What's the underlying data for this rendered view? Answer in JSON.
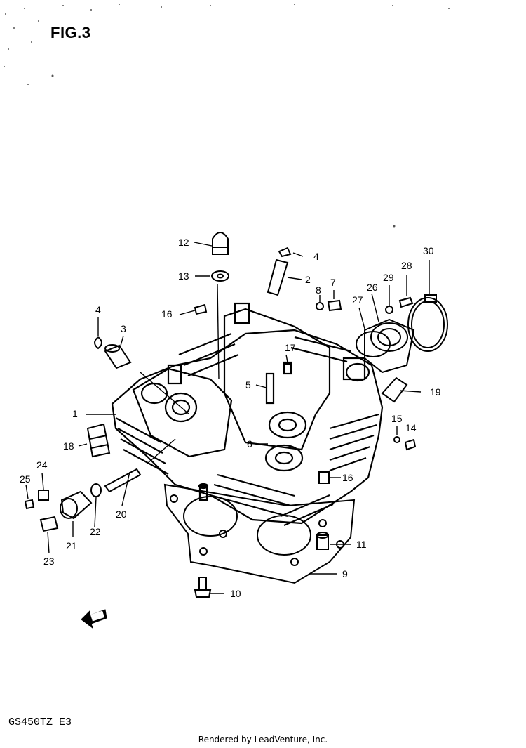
{
  "figure": {
    "title": "FIG.3",
    "model_code": "GS450TZ  E3",
    "footer": "Rendered by LeadVenture, Inc."
  },
  "callouts": {
    "c1": "1",
    "c2": "2",
    "c3": "3",
    "c4a": "4",
    "c4b": "4",
    "c5": "5",
    "c6": "6",
    "c7": "7",
    "c8": "8",
    "c9": "9",
    "c10": "10",
    "c11": "11",
    "c12": "12",
    "c13": "13",
    "c14": "14",
    "c15": "15",
    "c16a": "16",
    "c16b": "16",
    "c17": "17",
    "c18": "18",
    "c19": "19",
    "c20": "20",
    "c21": "21",
    "c22": "22",
    "c23": "23",
    "c24": "24",
    "c25": "25",
    "c26": "26",
    "c27": "27",
    "c28": "28",
    "c29": "29",
    "c30": "30"
  },
  "icons": {
    "front_arrow": "fwd-arrow-icon"
  }
}
